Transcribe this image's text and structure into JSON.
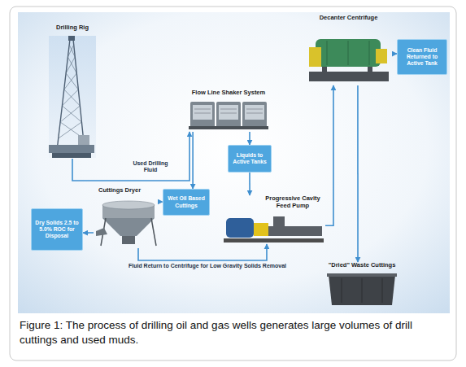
{
  "diagram": {
    "caption": "Figure 1: The process of drilling oil and gas wells generates large volumes of drill cuttings and used muds.",
    "nodes": [
      {
        "text": [
          "Drilling Rig"
        ]
      },
      {
        "text": [
          "Flow Line Shaker System"
        ]
      },
      {
        "text": [
          "Decanter Centrifuge"
        ]
      },
      {
        "text": [
          "Clean Fluid Returned to Active Tank"
        ]
      },
      {
        "text": [
          "Liquids to Active Tanks"
        ]
      },
      {
        "text": [
          "Wet Oil Based Cuttings"
        ]
      },
      {
        "text": [
          "Cuttings Dryer"
        ]
      },
      {
        "text": [
          "Progressive Cavity Feed Pump"
        ]
      },
      {
        "text": [
          "Dry Solids 2.5 to 5.0% ROC for Disposal"
        ]
      },
      {
        "text": [
          "\"Dried\" Waste Cuttings"
        ]
      }
    ],
    "edges": [
      {
        "from": 0,
        "to": 1,
        "label": "Used Drilling Fluid",
        "arrow": "to"
      },
      {
        "from": 1,
        "to": 4,
        "arrow": "to"
      },
      {
        "from": 4,
        "to": 7,
        "arrow": "to"
      },
      {
        "from": 1,
        "to": 5,
        "arrow": "to"
      },
      {
        "from": 5,
        "to": 6,
        "arrow": "to"
      },
      {
        "from": 6,
        "to": 8,
        "arrow": "to"
      },
      {
        "from": 6,
        "to": 7,
        "label": "Fluid Return to Centrifuge for Low Gravity Solids Removal",
        "arrow": "to"
      },
      {
        "from": 7,
        "to": 2,
        "arrow": "to"
      },
      {
        "from": 2,
        "to": 3,
        "arrow": "to"
      },
      {
        "from": 2,
        "to": 9,
        "arrow": "to"
      }
    ]
  }
}
